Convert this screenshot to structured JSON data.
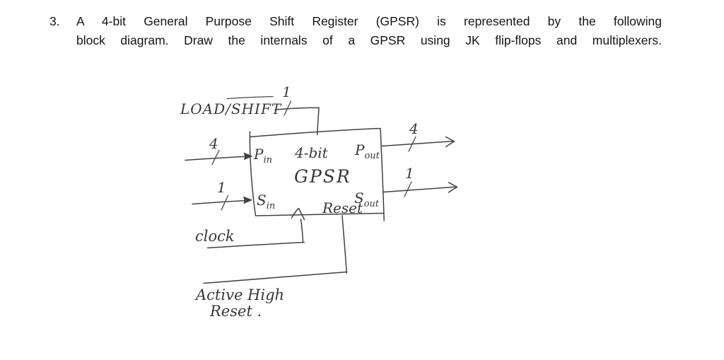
{
  "question": {
    "number": "3.",
    "line1": "A 4-bit General Purpose Shift Register (GPSR) is represented by the following",
    "line2": "block diagram. Draw the internals of a GPSR using JK flip-flops and multiplexers."
  },
  "diagram": {
    "ink_color": "#3d3d3d",
    "paper_color": "#ffffff",
    "load_shift": {
      "load": "LOAD/",
      "shift": "SHIFT",
      "bus_width": "1"
    },
    "box_title": {
      "line1": "4-bit",
      "line2": "GPSR"
    },
    "ports": {
      "pin": {
        "main": "P",
        "sub": "in",
        "bus_width": "4"
      },
      "sin": {
        "main": "S",
        "sub": "in",
        "bus_width": "1"
      },
      "pout": {
        "main": "P",
        "sub": "out",
        "bus_width": "4"
      },
      "sout": {
        "main": "S",
        "sub": "out",
        "bus_width": "1"
      },
      "reset": "Reset"
    },
    "clock_label": "clock",
    "reset_note": {
      "line1": "Active High",
      "line2": "Reset ."
    }
  }
}
